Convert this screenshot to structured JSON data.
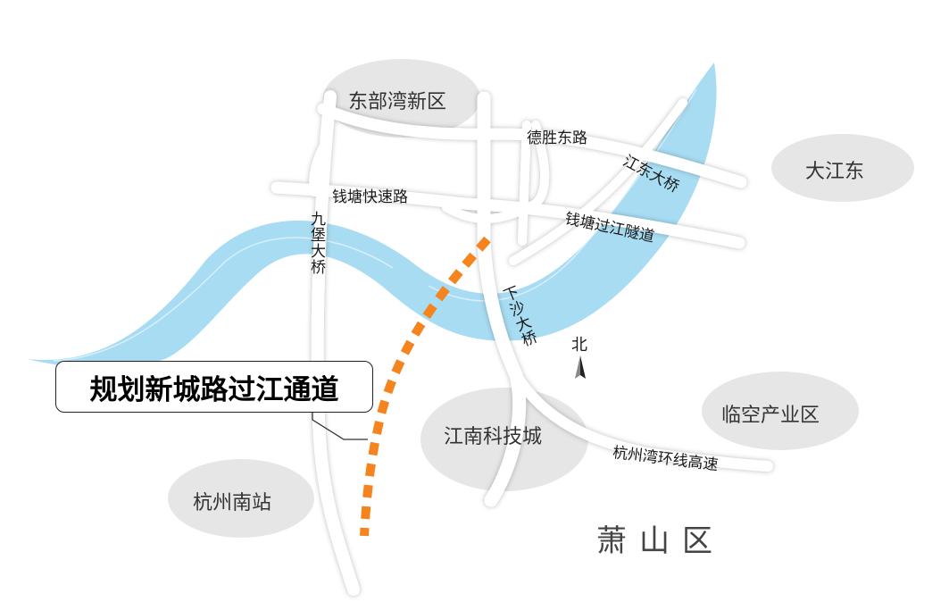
{
  "zones": {
    "dongbuwan": "东部湾新区",
    "dajiangdong": "大江东",
    "linkong": "临空产业区",
    "jiangnan": "江南科技城",
    "hangzhou_south": "杭州南站"
  },
  "roads": {
    "desheng": "德胜东路",
    "jiangdong_bridge": "江东大桥",
    "qiantang_expressway": "钱塘快速路",
    "jiubao_bridge": "九堡大桥",
    "qiantang_tunnel": "钱塘过江隧道",
    "xiasha_bridge": "下沙大桥",
    "ring_expressway": "杭州湾环线高速"
  },
  "callout": {
    "title": "规划新城路过江通道"
  },
  "district": "萧山区",
  "compass": {
    "label": "北"
  },
  "colors": {
    "river": "#a8dcf2",
    "road": "#ffffff",
    "zone": "#e6e6e6",
    "planned_route": "#f5841f"
  }
}
